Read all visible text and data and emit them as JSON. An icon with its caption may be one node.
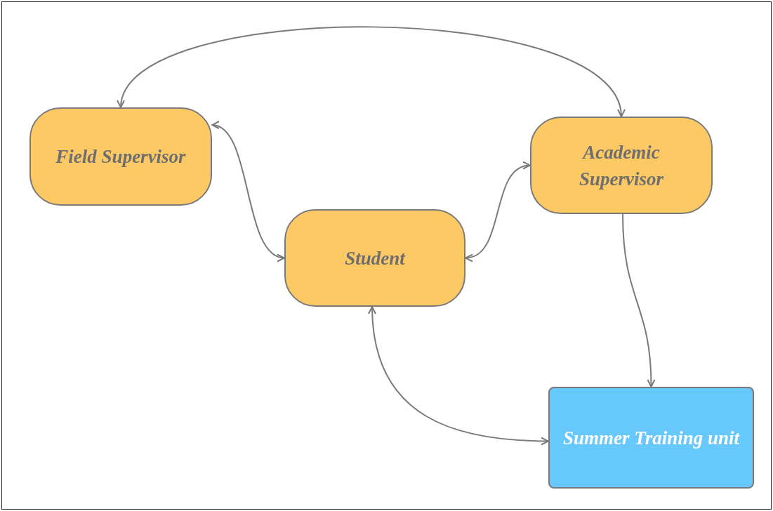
{
  "diagram": {
    "nodes": [
      {
        "text": [
          "Field Supervisor"
        ]
      },
      {
        "text": [
          "Academic Supervisor"
        ]
      },
      {
        "text": [
          "Student"
        ]
      },
      {
        "text": [
          "Summer Training unit"
        ]
      }
    ],
    "edges": [
      {
        "from": 0,
        "to": 1,
        "arrow": "both"
      },
      {
        "from": 0,
        "to": 2,
        "arrow": "both"
      },
      {
        "from": 2,
        "to": 1,
        "arrow": "both"
      },
      {
        "from": 1,
        "to": 3,
        "arrow": "to"
      },
      {
        "from": 2,
        "to": 3,
        "arrow": "both"
      }
    ]
  }
}
